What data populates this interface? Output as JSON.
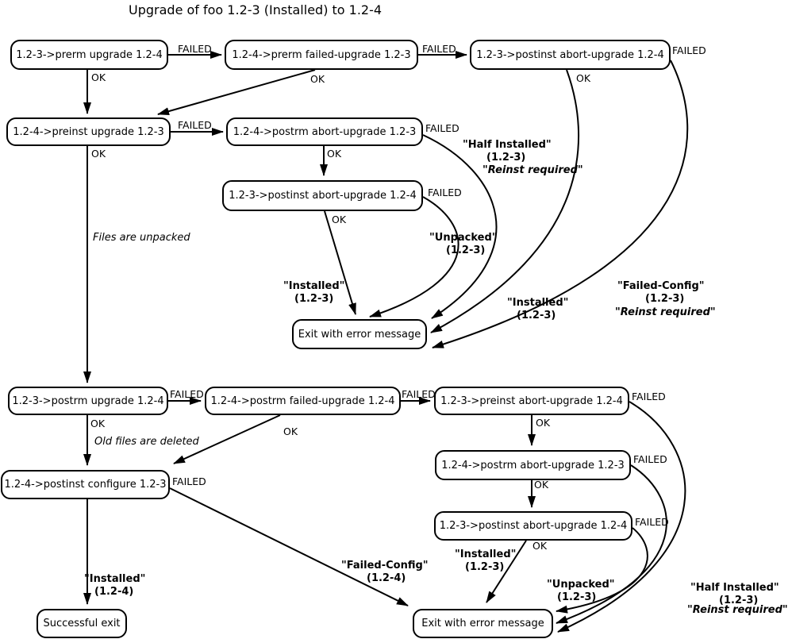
{
  "title": "Upgrade of foo 1.2-3 (Installed) to 1.2-4",
  "colors": {
    "line": "#000000",
    "box_fill": "#ffffff",
    "background": "#ffffff",
    "text": "#000000"
  },
  "nodes": [
    {
      "id": "a",
      "label": "1.2-3->prerm upgrade 1.2-4"
    },
    {
      "id": "b",
      "label": "1.2-4->prerm failed-upgrade 1.2-3"
    },
    {
      "id": "c",
      "label": "1.2-3->postinst abort-upgrade 1.2-4"
    },
    {
      "id": "d",
      "label": "1.2-4->preinst upgrade 1.2-3"
    },
    {
      "id": "e",
      "label": "1.2-4->postrm abort-upgrade 1.2-3"
    },
    {
      "id": "f",
      "label": "1.2-3->postinst abort-upgrade 1.2-4"
    },
    {
      "id": "g",
      "label": "Exit with error message"
    },
    {
      "id": "h",
      "label": "1.2-3->postrm upgrade 1.2-4"
    },
    {
      "id": "i",
      "label": "1.2-4->postrm failed-upgrade 1.2-4"
    },
    {
      "id": "j",
      "label": "1.2-3->preinst abort-upgrade 1.2-4"
    },
    {
      "id": "k",
      "label": "1.2-4->postrm abort-upgrade 1.2-3"
    },
    {
      "id": "l",
      "label": "1.2-4->postinst configure 1.2-3"
    },
    {
      "id": "m",
      "label": "1.2-3->postinst abort-upgrade 1.2-4"
    },
    {
      "id": "n",
      "label": "Successful exit"
    },
    {
      "id": "o",
      "label": "Exit with error message"
    }
  ],
  "labels": [
    {
      "text": "FAILED"
    },
    {
      "text": "FAILED"
    },
    {
      "text": "FAILED"
    },
    {
      "text": "OK"
    },
    {
      "text": "OK"
    },
    {
      "text": "OK"
    },
    {
      "text": "FAILED"
    },
    {
      "text": "FAILED"
    },
    {
      "text": "OK"
    },
    {
      "text": "OK"
    },
    {
      "text": "FAILED"
    },
    {
      "text": "OK"
    },
    {
      "text": "Files are unpacked"
    },
    {
      "text": "\"Half Installed\""
    },
    {
      "text": "(1.2-3)"
    },
    {
      "text": "\"Reinst required\""
    },
    {
      "text": "\"Unpacked\""
    },
    {
      "text": "(1.2-3)"
    },
    {
      "text": "\"Installed\""
    },
    {
      "text": "(1.2-3)"
    },
    {
      "text": "\"Installed\""
    },
    {
      "text": "(1.2-3)"
    },
    {
      "text": "\"Failed-Config\""
    },
    {
      "text": "(1.2-3)"
    },
    {
      "text": "\"Reinst required\""
    },
    {
      "text": "FAILED"
    },
    {
      "text": "FAILED"
    },
    {
      "text": "FAILED"
    },
    {
      "text": "OK"
    },
    {
      "text": "OK"
    },
    {
      "text": "Old files are deleted"
    },
    {
      "text": "OK"
    },
    {
      "text": "FAILED"
    },
    {
      "text": "OK"
    },
    {
      "text": "FAILED"
    },
    {
      "text": "FAILED"
    },
    {
      "text": "OK"
    },
    {
      "text": "\"Installed\""
    },
    {
      "text": "(1.2-3)"
    },
    {
      "text": "\"Failed-Config\""
    },
    {
      "text": "(1.2-4)"
    },
    {
      "text": "\"Installed\""
    },
    {
      "text": "(1.2-4)"
    },
    {
      "text": "\"Unpacked\""
    },
    {
      "text": "(1.2-3)"
    },
    {
      "text": "\"Half Installed\""
    },
    {
      "text": "(1.2-3)"
    },
    {
      "text": "\"Reinst required\""
    }
  ],
  "edges": [
    {
      "from": "a",
      "to": "b",
      "on": "FAILED"
    },
    {
      "from": "a",
      "to": "d",
      "on": "OK"
    },
    {
      "from": "b",
      "to": "c",
      "on": "FAILED"
    },
    {
      "from": "b",
      "to": "d",
      "on": "OK"
    },
    {
      "from": "c",
      "to": "g",
      "on": "OK",
      "state": "\"Installed\" (1.2-3)"
    },
    {
      "from": "c",
      "to": "g",
      "on": "FAILED",
      "state": "\"Failed-Config\" (1.2-3) \"Reinst required\""
    },
    {
      "from": "d",
      "to": "e",
      "on": "FAILED"
    },
    {
      "from": "d",
      "to": "h",
      "on": "OK",
      "note": "Files are unpacked"
    },
    {
      "from": "e",
      "to": "f",
      "on": "OK"
    },
    {
      "from": "e",
      "to": "g",
      "on": "FAILED",
      "state": "\"Half Installed\" (1.2-3) \"Reinst required\""
    },
    {
      "from": "f",
      "to": "g",
      "on": "OK",
      "state": "\"Installed\" (1.2-3)"
    },
    {
      "from": "f",
      "to": "g",
      "on": "FAILED",
      "state": "\"Unpacked\" (1.2-3)"
    },
    {
      "from": "h",
      "to": "i",
      "on": "FAILED"
    },
    {
      "from": "h",
      "to": "l",
      "on": "OK",
      "note": "Old files are deleted"
    },
    {
      "from": "i",
      "to": "j",
      "on": "FAILED"
    },
    {
      "from": "i",
      "to": "l",
      "on": "OK"
    },
    {
      "from": "j",
      "to": "k",
      "on": "OK"
    },
    {
      "from": "j",
      "to": "o",
      "on": "FAILED",
      "state": "\"Half Installed\" (1.2-3) \"Reinst required\""
    },
    {
      "from": "k",
      "to": "m",
      "on": "OK"
    },
    {
      "from": "k",
      "to": "o",
      "on": "FAILED"
    },
    {
      "from": "l",
      "to": "n",
      "on": "OK",
      "state": "\"Installed\" (1.2-4)"
    },
    {
      "from": "l",
      "to": "o",
      "on": "FAILED",
      "state": "\"Failed-Config\" (1.2-4)"
    },
    {
      "from": "m",
      "to": "o",
      "on": "OK",
      "state": "\"Installed\" (1.2-3)"
    },
    {
      "from": "m",
      "to": "o",
      "on": "FAILED",
      "state": "\"Unpacked\" (1.2-3)"
    }
  ]
}
